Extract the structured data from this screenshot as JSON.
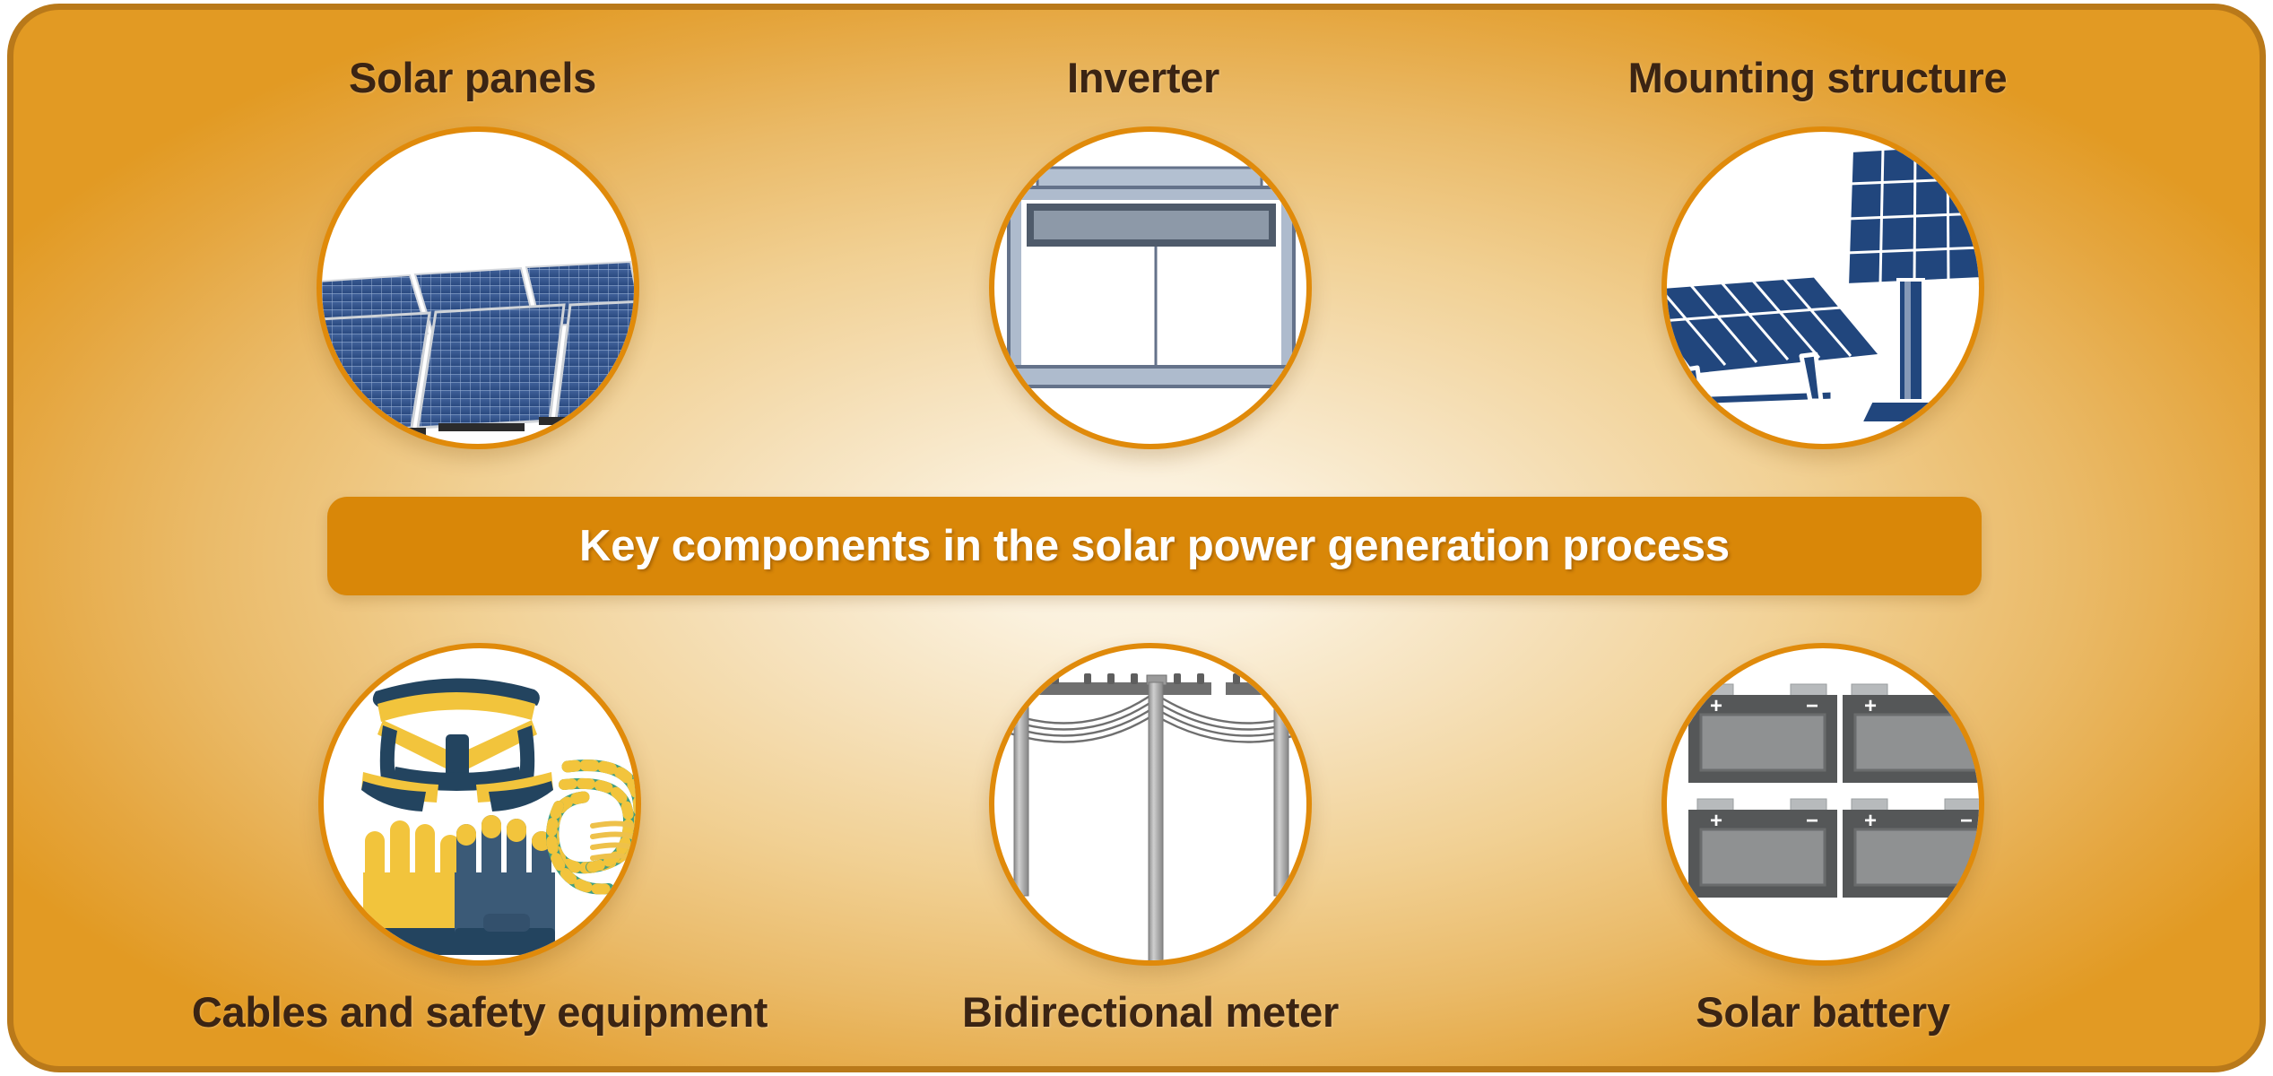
{
  "card": {
    "background_edge_color": "#e29a23",
    "background_center_color": "#fbf3e2",
    "border_color": "#b9791a"
  },
  "banner": {
    "text": "Key components in the solar power generation process",
    "background_color": "#d98708",
    "text_color": "#ffffff"
  },
  "label_color": "#3b2413",
  "medallion": {
    "ring_color": "#e08a0a",
    "fill_color": "#ffffff"
  },
  "components": [
    {
      "id": "solar-panels",
      "label": "Solar panels",
      "label_position": "above",
      "icon": "solar-panel-array-icon",
      "icon_colors": {
        "panel": "#2c4f86",
        "frame": "#c9ccd1",
        "cell_line": "#aebdd6"
      }
    },
    {
      "id": "inverter",
      "label": "Inverter",
      "label_position": "above",
      "icon": "inverter-icon",
      "icon_colors": {
        "body": "#aebbcd",
        "screen": "#6c7a8c",
        "outline": "#5d6b7d"
      }
    },
    {
      "id": "mounting-structure",
      "label": "Mounting structure",
      "label_position": "above",
      "icon": "mounting-structure-icon",
      "icon_colors": {
        "panel": "#1f4173",
        "outline": "#ffffff"
      }
    },
    {
      "id": "cables-safety",
      "label": "Cables and safety equipment",
      "label_position": "below",
      "icon": "safety-harness-gloves-rope-icon",
      "icon_colors": {
        "yellow": "#f2c43c",
        "navy": "#23445f",
        "green": "#3f9e80"
      }
    },
    {
      "id": "bidirectional-meter",
      "label": "Bidirectional meter",
      "label_position": "below",
      "icon": "utility-poles-power-lines-icon",
      "icon_colors": {
        "pole": "#9a9a9a",
        "crossarm": "#6f6f6f",
        "wire": "#6f6f6f"
      }
    },
    {
      "id": "solar-battery",
      "label": "Solar battery",
      "label_position": "below",
      "icon": "battery-bank-icon",
      "terminal_positive": "+",
      "terminal_negative": "−",
      "battery_count": 4,
      "icon_colors": {
        "case": "#555758",
        "panel": "#8f9192",
        "cap": "#b7babc"
      }
    }
  ]
}
